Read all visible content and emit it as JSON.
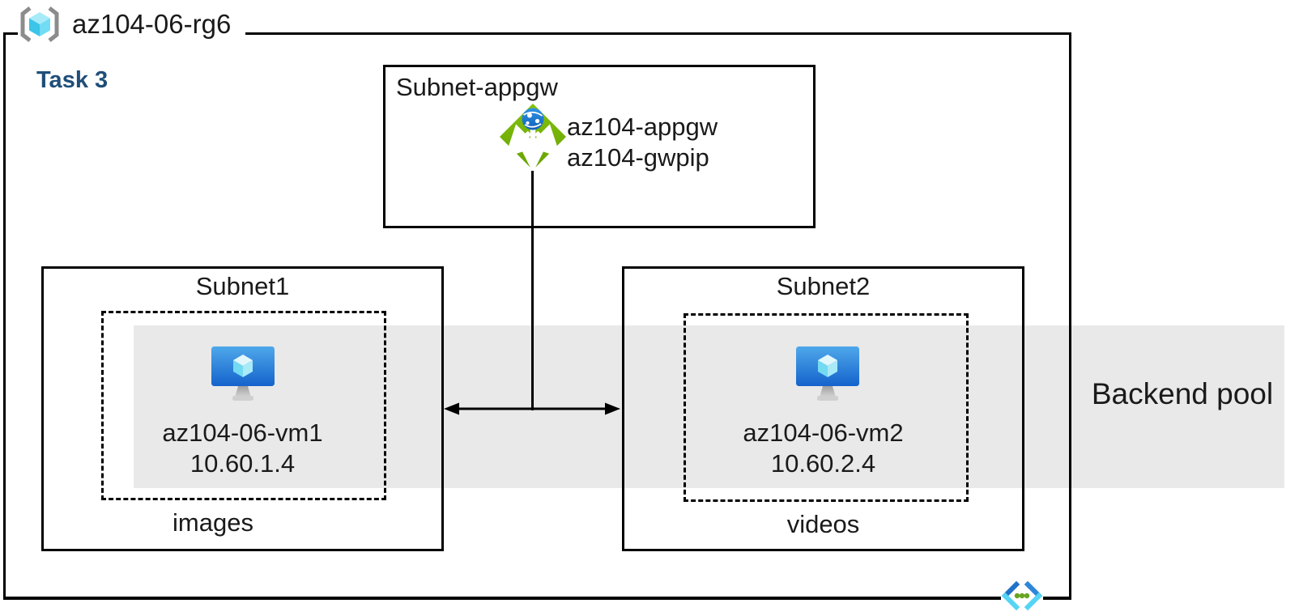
{
  "diagram": {
    "resource_group": {
      "label": "az104-06-rg6",
      "icon": "resource-group-icon"
    },
    "task_label": "Task 3",
    "appgw_subnet": {
      "title": "Subnet-appgw",
      "icon": "application-gateway-icon",
      "gateway_name": "az104-appgw",
      "gateway_pip": "az104-gwpip"
    },
    "subnet1": {
      "title": "Subnet1",
      "icon": "virtual-machine-icon",
      "vm_name": "az104-06-vm1",
      "vm_ip": "10.60.1.4",
      "storage_label": "images"
    },
    "subnet2": {
      "title": "Subnet2",
      "icon": "virtual-machine-icon",
      "vm_name": "az104-06-vm2",
      "vm_ip": "10.60.2.4",
      "storage_label": "videos"
    },
    "backend_pool_label": "Backend pool",
    "bottom_icon": "virtual-network-icon",
    "colors": {
      "backend_band_gray": "#e9e9e9",
      "task_label_blue": "#1f4e79",
      "appgw_green": "#76b106",
      "vm_monitor_blue": "#1565d0",
      "cube_cyan": "#4ac9e8",
      "vnet_chevron_blue": "#2271c9",
      "vnet_chevron_cyan": "#55d4f4",
      "vnet_dot_green": "#66a421",
      "line_black": "#000000"
    }
  }
}
